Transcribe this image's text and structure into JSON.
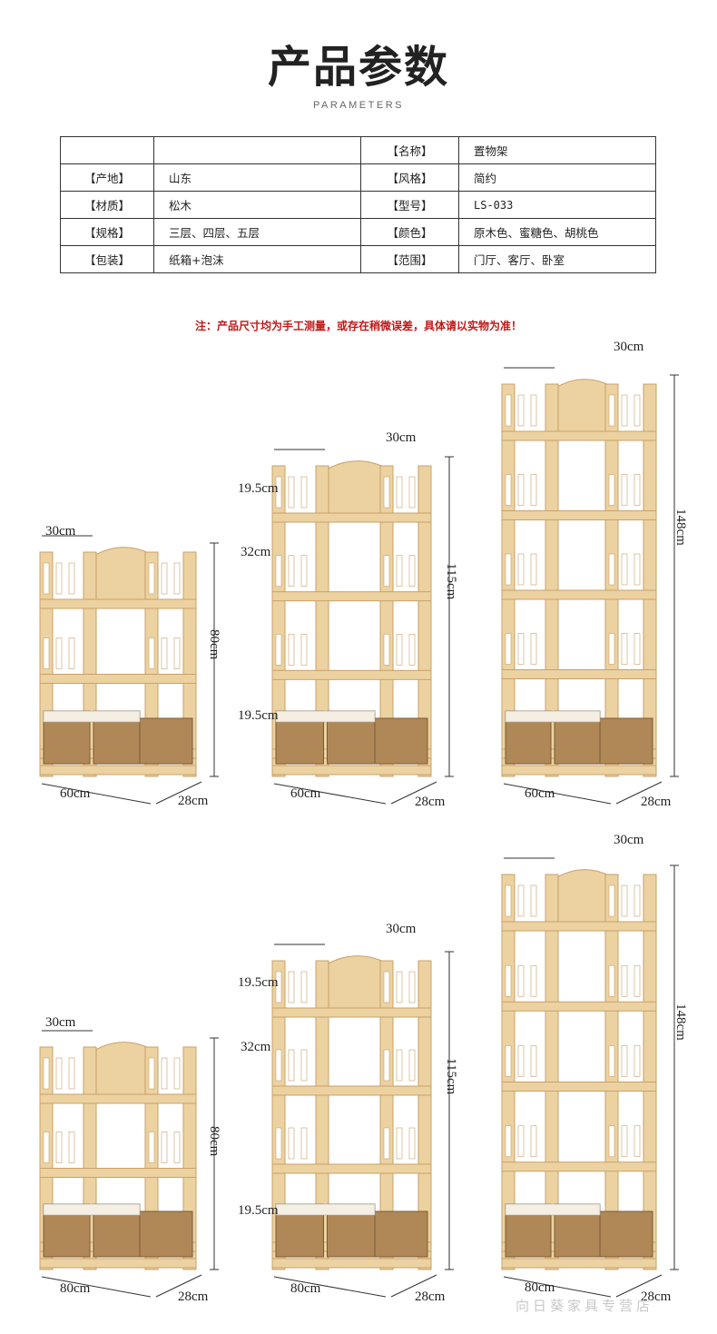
{
  "header": {
    "title": "产品参数",
    "subtitle": "PARAMETERS"
  },
  "params": {
    "rows": [
      {
        "l1": "",
        "v1": "",
        "l2": "【名称】",
        "v2": "置物架"
      },
      {
        "l1": "【产地】",
        "v1": "山东",
        "l2": "【风格】",
        "v2": "简约"
      },
      {
        "l1": "【材质】",
        "v1": "松木",
        "l2": "【型号】",
        "v2": "LS-033"
      },
      {
        "l1": "【规格】",
        "v1": "三层、四层、五层",
        "l2": "【颜色】",
        "v2": "原木色、蜜糖色、胡桃色"
      },
      {
        "l1": "【包装】",
        "v1": "纸箱+泡沫",
        "l2": "【范围】",
        "v2": "门厅、客厅、卧室"
      }
    ]
  },
  "note": "注：产品尺寸均为手工测量，或存在稍微误差，具体请以实物为准！",
  "products": [
    {
      "depth_top": "30cm",
      "height": "80cm",
      "width": "60cm",
      "depth": "28cm"
    },
    {
      "depth_top": "30cm",
      "height": "115cm",
      "width": "60cm",
      "depth": "28cm",
      "top_gap": "19.5cm",
      "mid_gap": "32cm",
      "bottom_gap": "19.5cm"
    },
    {
      "depth_top": "30cm",
      "height": "148cm",
      "width": "60cm",
      "depth": "28cm"
    },
    {
      "depth_top": "30cm",
      "height": "80cm",
      "width": "80cm",
      "depth": "28cm"
    },
    {
      "depth_top": "30cm",
      "height": "115cm",
      "width": "80cm",
      "depth": "28cm",
      "top_gap": "19.5cm",
      "mid_gap": "32cm",
      "bottom_gap": "19.5cm"
    },
    {
      "depth_top": "30cm",
      "height": "148cm",
      "width": "80cm",
      "depth": "28cm"
    }
  ],
  "watermark": "向日葵家具专营店",
  "colors": {
    "wood": "#ecd2a0",
    "wood_dark": "#c9a06a",
    "basket": "#b08858",
    "note": "#c01818"
  }
}
